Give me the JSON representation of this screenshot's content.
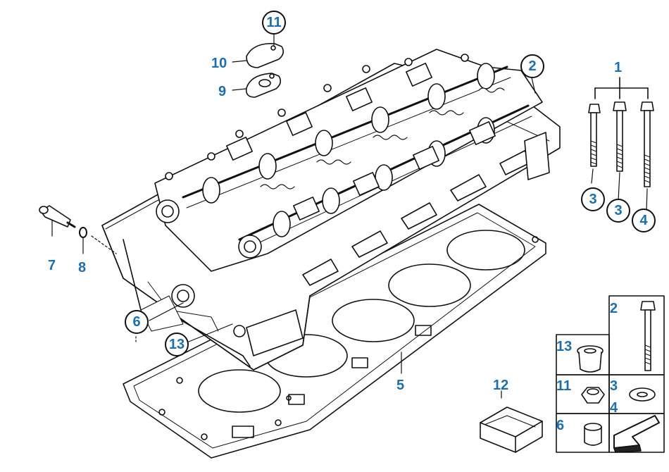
{
  "diagram": {
    "callouts": {
      "c1": "1",
      "c2_top": "2",
      "c3_a": "3",
      "c3_b": "3",
      "c4": "4",
      "c5": "5",
      "c6": "6",
      "c7": "7",
      "c8": "8",
      "c9": "9",
      "c10": "10",
      "c11": "11",
      "c12": "12",
      "c13": "13"
    },
    "legend_table": {
      "cell_2": "2",
      "cell_13": "13",
      "cell_11": "11",
      "cell_3": "3",
      "cell_4": "4",
      "cell_6": "6"
    }
  },
  "colors": {
    "callout_text": "#1b6fb3",
    "line": "#111111",
    "background": "#ffffff"
  }
}
